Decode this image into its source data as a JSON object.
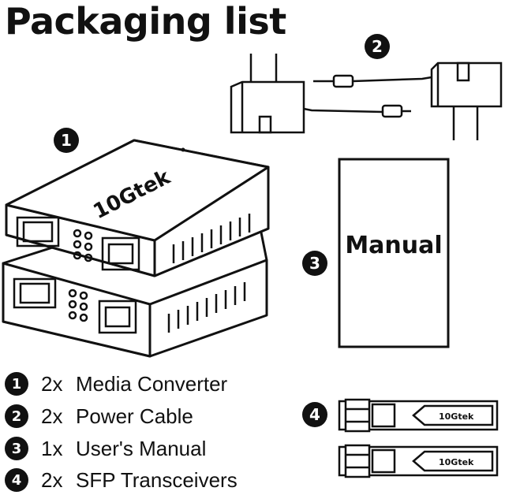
{
  "title": "Packaging list",
  "callouts": [
    "1",
    "2",
    "3",
    "4"
  ],
  "brand": "10Gtek",
  "manual_label": "Manual",
  "items": [
    {
      "number": "1",
      "qty": "2x",
      "name": "Media Converter"
    },
    {
      "number": "2",
      "qty": "2x",
      "name": "Power Cable"
    },
    {
      "number": "3",
      "qty": "1x",
      "name": "User's Manual"
    },
    {
      "number": "4",
      "qty": "2x",
      "name": "SFP Transceivers"
    }
  ]
}
